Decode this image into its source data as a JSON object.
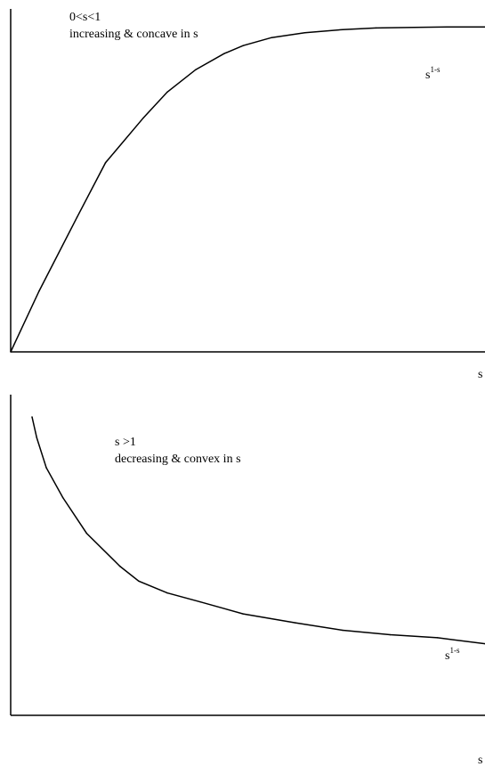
{
  "chart_data": [
    {
      "type": "line",
      "title": "",
      "xlabel": "s",
      "ylabel": "",
      "annotations": {
        "condition": "0<s<1",
        "description": "increasing & concave in s",
        "series_base": "s",
        "series_exponent": "1-s"
      },
      "xlim": [
        0,
        10
      ],
      "ylim": [
        0,
        10
      ],
      "grid": false,
      "x": [
        0,
        0.6,
        1.4,
        2.0,
        2.8,
        3.3,
        3.9,
        4.5,
        4.9,
        5.5,
        6.2,
        7.0,
        7.7,
        8.5,
        9.2,
        10.0
      ],
      "series": [
        {
          "values": [
            0,
            1.9,
            4.2,
            5.9,
            7.3,
            8.1,
            8.8,
            9.3,
            9.55,
            9.8,
            9.95,
            10.05,
            10.1,
            10.12,
            10.13,
            10.13
          ]
        }
      ]
    },
    {
      "type": "line",
      "title": "",
      "xlabel": "s",
      "ylabel": "",
      "annotations": {
        "condition": "s >1",
        "description": "decreasing & convex in s",
        "series_base": "s",
        "series_exponent": "1-s"
      },
      "xlim": [
        0,
        10
      ],
      "ylim": [
        0,
        10
      ],
      "grid": false,
      "x": [
        0.45,
        0.55,
        0.75,
        1.1,
        1.6,
        2.3,
        2.7,
        3.3,
        4.0,
        4.9,
        6.0,
        7.0,
        8.0,
        9.0,
        10.0
      ],
      "series": [
        {
          "values": [
            10.0,
            9.3,
            8.3,
            7.3,
            6.1,
            5.0,
            4.5,
            4.1,
            3.8,
            3.4,
            3.1,
            2.85,
            2.7,
            2.6,
            2.4
          ]
        }
      ]
    }
  ]
}
